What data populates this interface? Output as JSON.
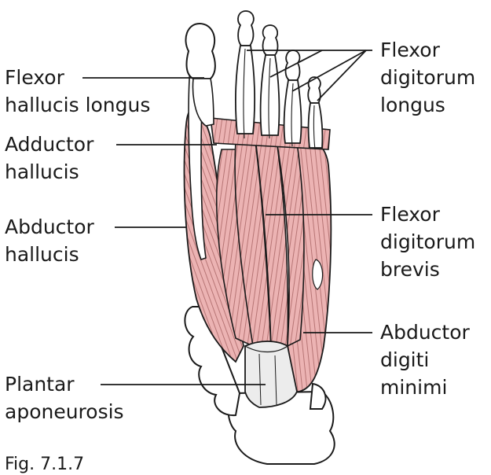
{
  "labels": {
    "flexor_hallucis_longus": [
      "Flexor",
      "hallucis longus"
    ],
    "adductor_hallucis": [
      "Adductor",
      "hallucis"
    ],
    "abductor_hallucis": [
      "Abductor",
      "hallucis"
    ],
    "plantar_aponeurosis": [
      "Plantar",
      "aponeurosis"
    ],
    "flexor_digitorum_longus": [
      "Flexor",
      "digitorum",
      "longus"
    ],
    "flexor_digitorum_brevis": [
      "Flexor",
      "digitorum",
      "brevis"
    ],
    "abductor_digiti_minimi": [
      "Abductor",
      "digiti",
      "minimi"
    ]
  },
  "caption": "Fig. 7.1.7",
  "colors": {
    "muscle": "#ecb3b3",
    "muscle_line": "#8a4a4a",
    "bone": "#ffffff",
    "outline": "#1a1a1a",
    "tendon": "#f2f2f2"
  }
}
